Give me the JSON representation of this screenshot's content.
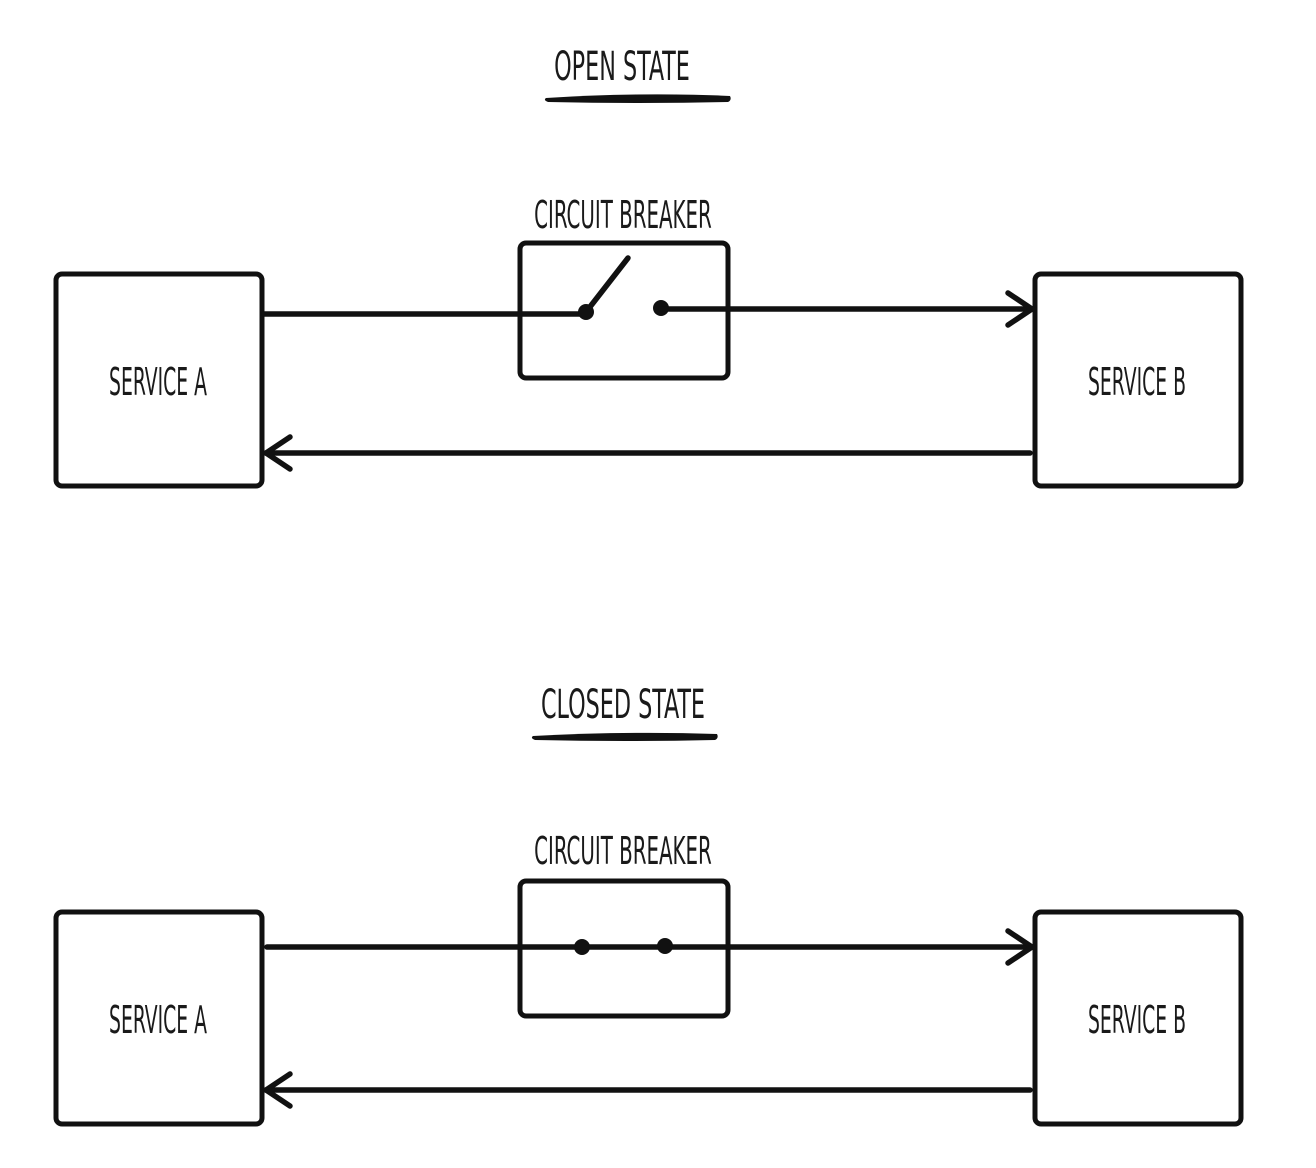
{
  "panels": [
    {
      "title": "OPEN STATE",
      "breaker_label": "CIRCUIT BREAKER",
      "left_service": "SERVICE A",
      "right_service": "SERVICE B",
      "switch_state": "open"
    },
    {
      "title": "CLOSED STATE",
      "breaker_label": "CIRCUIT BREAKER",
      "left_service": "SERVICE A",
      "right_service": "SERVICE B",
      "switch_state": "closed"
    }
  ],
  "colors": {
    "ink": "#111111",
    "background": "#ffffff"
  }
}
